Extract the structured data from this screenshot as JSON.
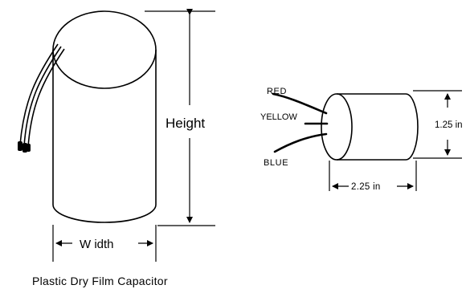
{
  "left": {
    "height_label": "Height",
    "width_label": "W idth",
    "caption": "Plastic Dry Film Capacitor"
  },
  "right": {
    "wires": [
      "RED",
      "YELLOW",
      "BLUE"
    ],
    "length_label": "2.25 in",
    "diameter_label": "1.25 in"
  },
  "colors": {
    "stroke": "#000000",
    "background": "#ffffff"
  }
}
